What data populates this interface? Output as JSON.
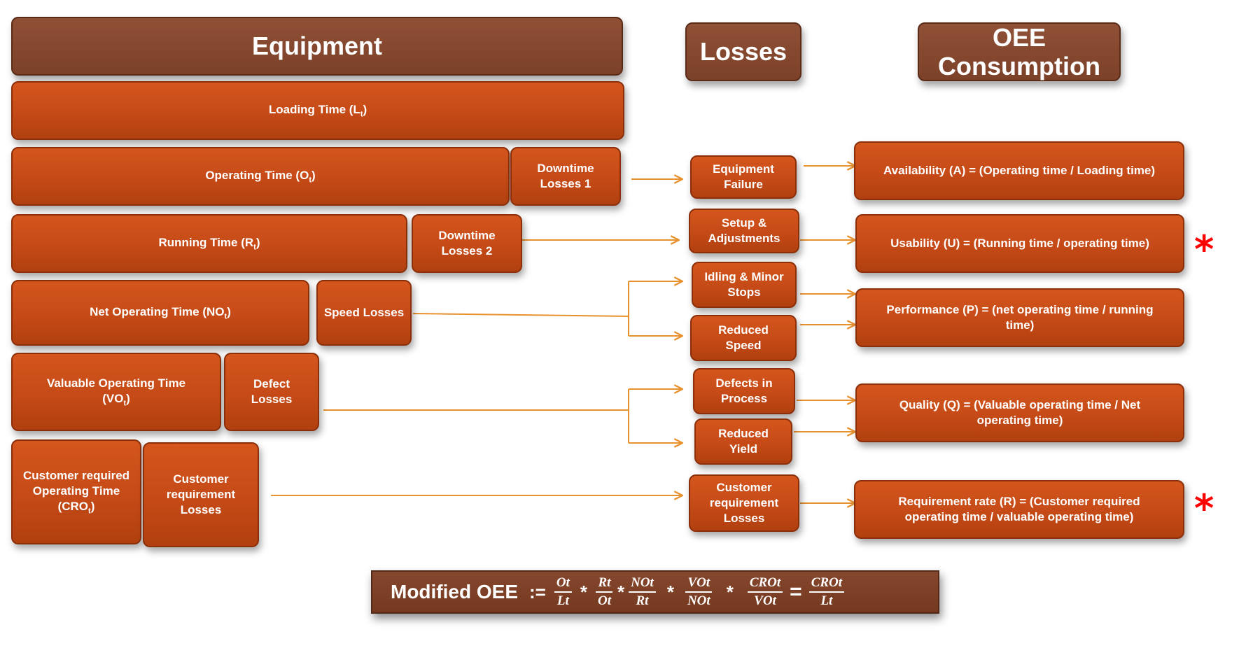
{
  "headers": {
    "equipment": "Equipment",
    "losses": "Losses",
    "oee_consumption": "OEE Consumption"
  },
  "equipment_rows": [
    {
      "label": "Loading Time (L",
      "sub": "t",
      "suffix": ")"
    },
    {
      "label": "Operating Time (O",
      "sub": "t",
      "suffix": ")",
      "loss": "Downtime Losses 1"
    },
    {
      "label": "Running Time (R",
      "sub": "t",
      "suffix": ")",
      "loss": "Downtime Losses 2"
    },
    {
      "label": "Net Operating Time (NO",
      "sub": "t",
      "suffix": ")",
      "loss": "Speed Losses"
    },
    {
      "label": "Valuable Operating Time (VO",
      "sub": "t",
      "suffix": ")",
      "loss": "Defect Losses"
    },
    {
      "label": "Customer required Operating Time (CRO",
      "sub": "t",
      "suffix": ")",
      "loss": "Customer requirement Losses"
    }
  ],
  "loss_categories": [
    "Equipment Failure",
    "Setup & Adjustments",
    "Idling & Minor Stops",
    "Reduced Speed",
    "Defects in Process",
    "Reduced Yield",
    "Customer requirement Losses"
  ],
  "oee_metrics": [
    {
      "text": "Availability  (A) = (Operating time / Loading time)",
      "flagged": false
    },
    {
      "text": "Usability (U) =  (Running time / operating time)",
      "flagged": true
    },
    {
      "text": "Performance (P) = (net operating time / running time)",
      "flagged": false
    },
    {
      "text": "Quality (Q) = (Valuable operating time / Net operating time)",
      "flagged": false
    },
    {
      "text": "Requirement rate (R) = (Customer required operating time / valuable operating time)",
      "flagged": true
    }
  ],
  "flag_symbol": "*",
  "formula": {
    "label": "Modified OEE",
    "assign": ":=",
    "times": "*",
    "equals": "=",
    "fractions": [
      {
        "num": "Ot",
        "den": "Lt"
      },
      {
        "num": "Rt",
        "den": "Ot"
      },
      {
        "num": "NOt",
        "den": "Rt"
      },
      {
        "num": "VOt",
        "den": "NOt"
      },
      {
        "num": "CROt",
        "den": "VOt"
      }
    ],
    "result": {
      "num": "CROt",
      "den": "Lt"
    }
  },
  "colors": {
    "box_fill": "#c54a17",
    "header_fill": "#7c4129",
    "connector": "#e8912f",
    "flag": "#ff0000",
    "text": "#ffffff"
  }
}
